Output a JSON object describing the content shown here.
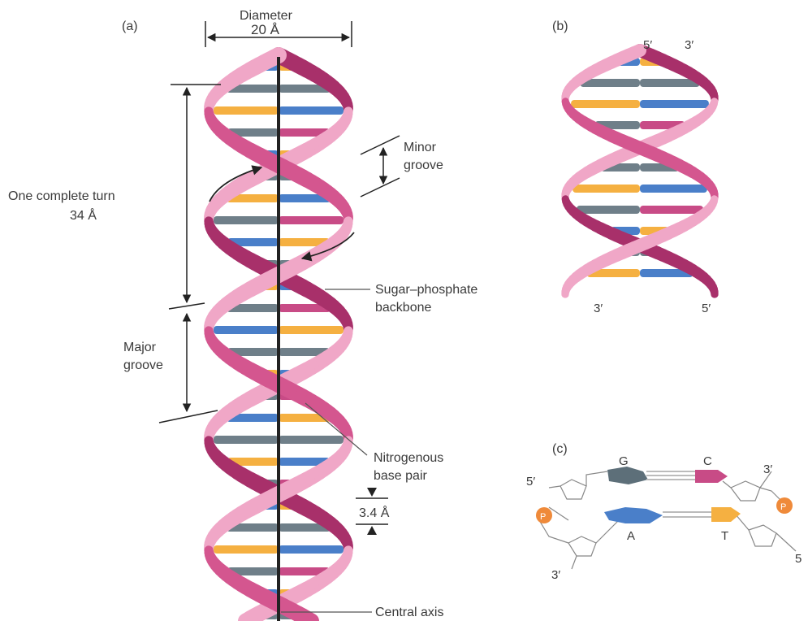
{
  "panels": {
    "a": {
      "label": "(a)",
      "diameter_label": "Diameter",
      "diameter_value": "20 Å",
      "turn_label_line1": "One complete turn",
      "turn_label_line2": "34 Å",
      "minor_groove_line1": "Minor",
      "minor_groove_line2": "groove",
      "major_groove_line1": "Major",
      "major_groove_line2": "groove",
      "backbone_line1": "Sugar–phosphate",
      "backbone_line2": "backbone",
      "basepair_line1": "Nitrogenous",
      "basepair_line2": "base pair",
      "rise_value": "3.4 Å",
      "axis_label": "Central axis"
    },
    "b": {
      "label": "(b)",
      "top_left_end": "5′",
      "top_right_end": "3′",
      "bottom_left_end": "3′",
      "bottom_right_end": "5′"
    },
    "c": {
      "label": "(c)",
      "G": "G",
      "C": "C",
      "A": "A",
      "T": "T",
      "P": "P",
      "end_5_left": "5′",
      "end_3_left": "3′",
      "end_3_right": "3′",
      "end_5_right": "5"
    }
  },
  "colors": {
    "strand": "#d4568f",
    "strand_dark": "#a8306a",
    "strand_light": "#f0a7c7",
    "adenine": "#4a7fc9",
    "thymine": "#f5b041",
    "guanine": "#6f7f89",
    "cytosine": "#c84b86",
    "axis": "#222222"
  }
}
